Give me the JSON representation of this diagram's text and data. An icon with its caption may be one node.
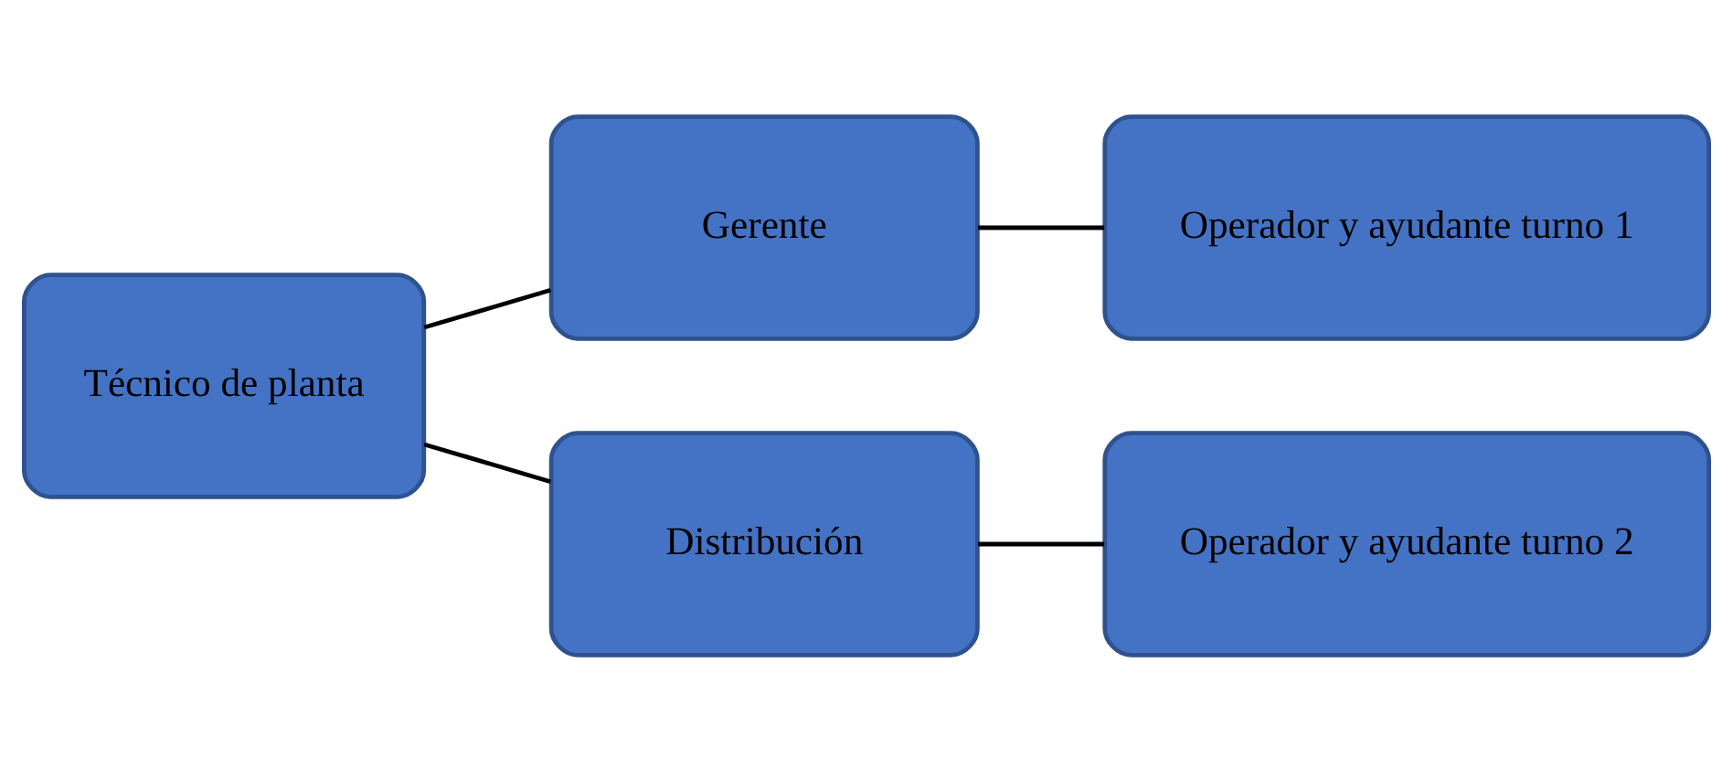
{
  "diagram": {
    "nodes": [
      {
        "text": [
          "Técnico de planta"
        ]
      },
      {
        "text": [
          "Gerente"
        ]
      },
      {
        "text": [
          "Distribución"
        ]
      },
      {
        "text": [
          "Operador y ayudante turno 1"
        ]
      },
      {
        "text": [
          "Operador y ayudante turno 2"
        ]
      }
    ],
    "edges": [
      {
        "from": 0,
        "to": 1,
        "arrow": "none"
      },
      {
        "from": 0,
        "to": 2,
        "arrow": "none"
      },
      {
        "from": 1,
        "to": 3,
        "arrow": "none"
      },
      {
        "from": 2,
        "to": 4,
        "arrow": "none"
      }
    ]
  }
}
